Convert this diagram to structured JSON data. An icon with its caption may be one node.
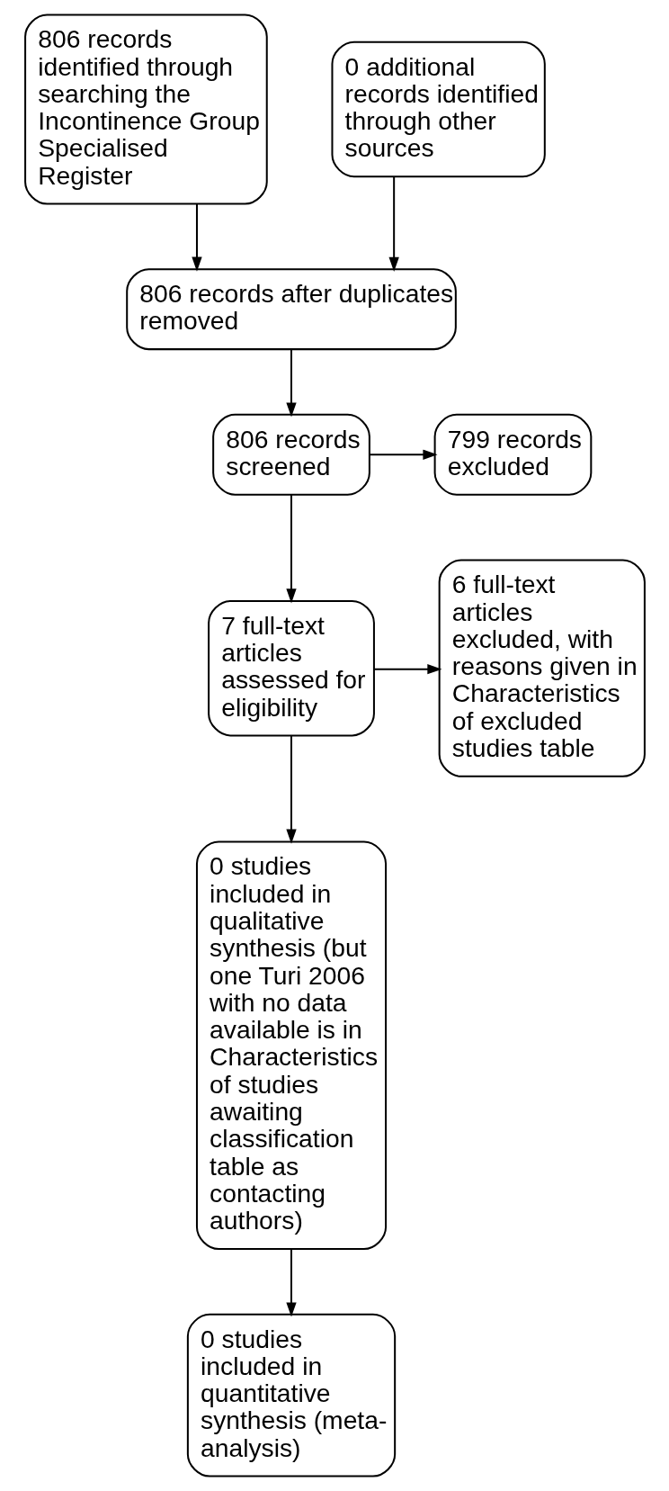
{
  "diagram": {
    "nodes": [
      {
        "text": [
          "806 records identified through searching the Incontinence Group Specialised Register"
        ]
      },
      {
        "text": [
          "0 additional records identified through other sources"
        ]
      },
      {
        "text": [
          "806 records after duplicates removed"
        ]
      },
      {
        "text": [
          "806 records screened"
        ]
      },
      {
        "text": [
          "799 records excluded"
        ]
      },
      {
        "text": [
          "6 full-text articles excluded, with reasons given in Characteristics of excluded studies table"
        ]
      },
      {
        "text": [
          "7 full-text articles assessed for eligibility"
        ]
      },
      {
        "text": [
          "0 studies included in qualitative synthesis (but one Turi 2006 with no data available is in Characteristics of studies awaiting classification table as contacting authors)"
        ]
      },
      {
        "text": [
          "0 studies included in quantitative synthesis (meta-analysis)"
        ]
      }
    ],
    "edges": [
      {
        "from": 0,
        "to": 2,
        "arrow": "to"
      },
      {
        "from": 1,
        "to": 2,
        "arrow": "to"
      },
      {
        "from": 2,
        "to": 3,
        "arrow": "to"
      },
      {
        "from": 3,
        "to": 4,
        "arrow": "to"
      },
      {
        "from": 3,
        "to": 6,
        "arrow": "to"
      },
      {
        "from": 6,
        "to": 5,
        "arrow": "to"
      },
      {
        "from": 6,
        "to": 7,
        "arrow": "to"
      },
      {
        "from": 7,
        "to": 8,
        "arrow": "to"
      }
    ]
  }
}
